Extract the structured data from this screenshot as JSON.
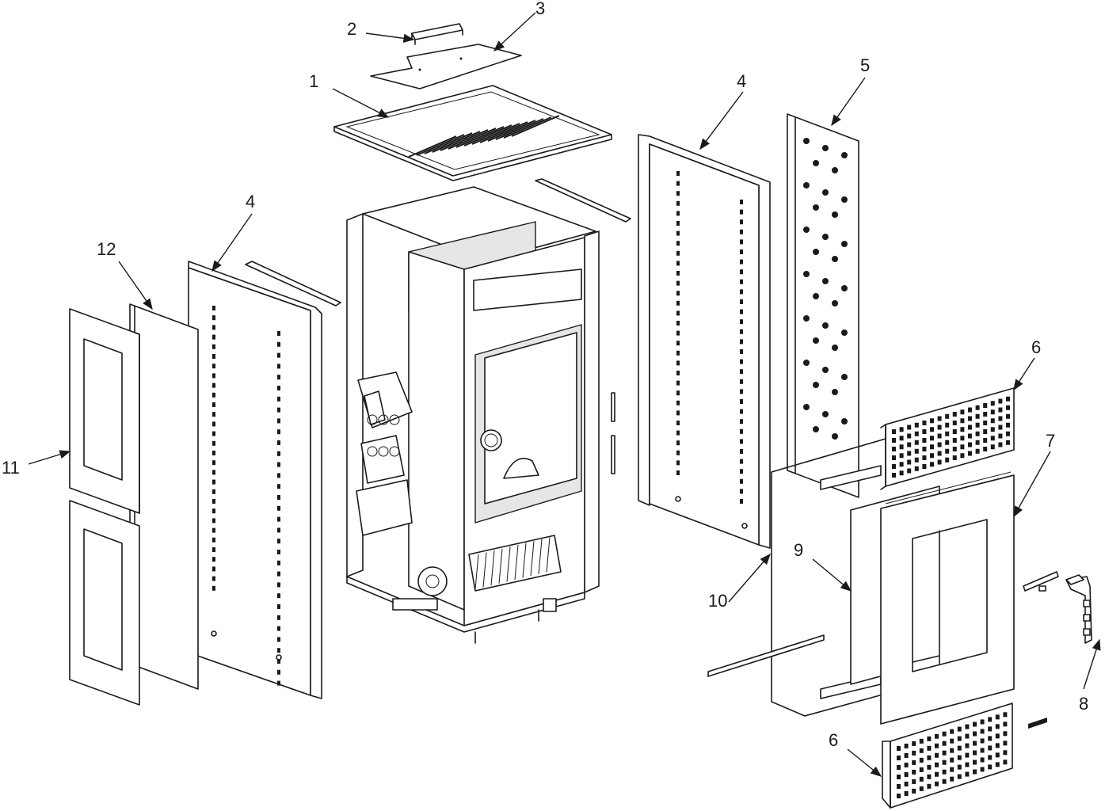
{
  "callouts": [
    {
      "id": "c1",
      "text": "1"
    },
    {
      "id": "c2",
      "text": "2"
    },
    {
      "id": "c3",
      "text": "3"
    },
    {
      "id": "c4a",
      "text": "4"
    },
    {
      "id": "c4b",
      "text": "4"
    },
    {
      "id": "c5",
      "text": "5"
    },
    {
      "id": "c6a",
      "text": "6"
    },
    {
      "id": "c6b",
      "text": "6"
    },
    {
      "id": "c7",
      "text": "7"
    },
    {
      "id": "c8",
      "text": "8"
    },
    {
      "id": "c9",
      "text": "9"
    },
    {
      "id": "c10",
      "text": "10"
    },
    {
      "id": "c11",
      "text": "11"
    },
    {
      "id": "c12",
      "text": "12"
    }
  ],
  "colors": {
    "line": "#1a1a1a",
    "background": "#ffffff",
    "shade": "#e6e6e6"
  }
}
